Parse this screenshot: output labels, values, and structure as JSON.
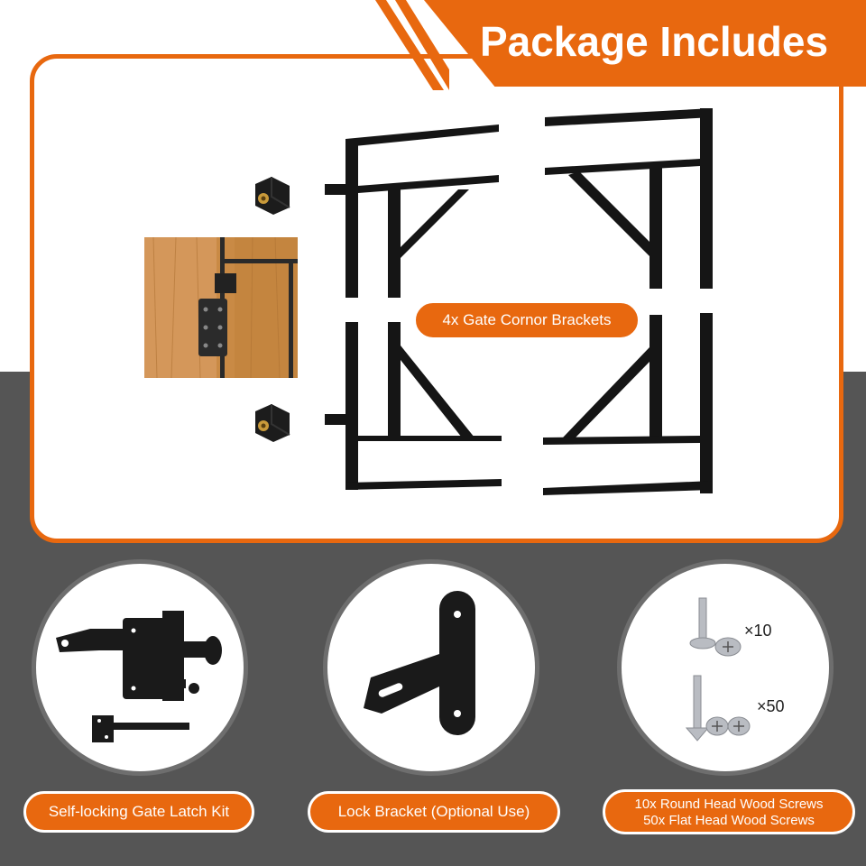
{
  "title": "Package Includes",
  "labels": {
    "corner_brackets": "4x Gate Cornor Brackets",
    "latch_kit": "Self-locking Gate Latch Kit",
    "lock_bracket": "Lock Bracket (Optional Use)",
    "screws_line1": "10x Round Head Wood Screws",
    "screws_line2": "50x Flat Head Wood Screws"
  },
  "quantities": {
    "round_head": "×10",
    "flat_head": "×50"
  },
  "colors": {
    "accent": "#e8680f",
    "dark_bg": "#555555",
    "hardware": "#1a1a1a"
  },
  "icons": [
    "corner-bracket-icon",
    "latch-icon",
    "lock-bracket-icon",
    "screw-icon"
  ]
}
